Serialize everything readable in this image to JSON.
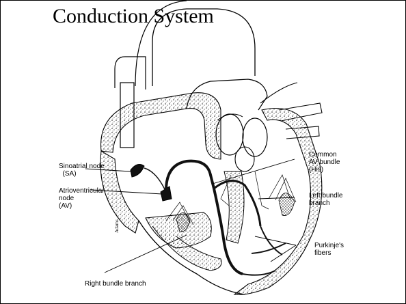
{
  "slide": {
    "title": "Conduction System"
  },
  "labels": {
    "sa_node": "Sinoatrial node\n  (SA)",
    "av_node": "Atrioventricular\nnode\n(AV)",
    "his_bundle": "Common\nAV bundle\n(His)",
    "left_bundle": "Left bundle\nbranch",
    "purkinje": "Purkinje's\nfibers",
    "right_bundle": "Right bundle branch"
  },
  "signature": "Adams"
}
